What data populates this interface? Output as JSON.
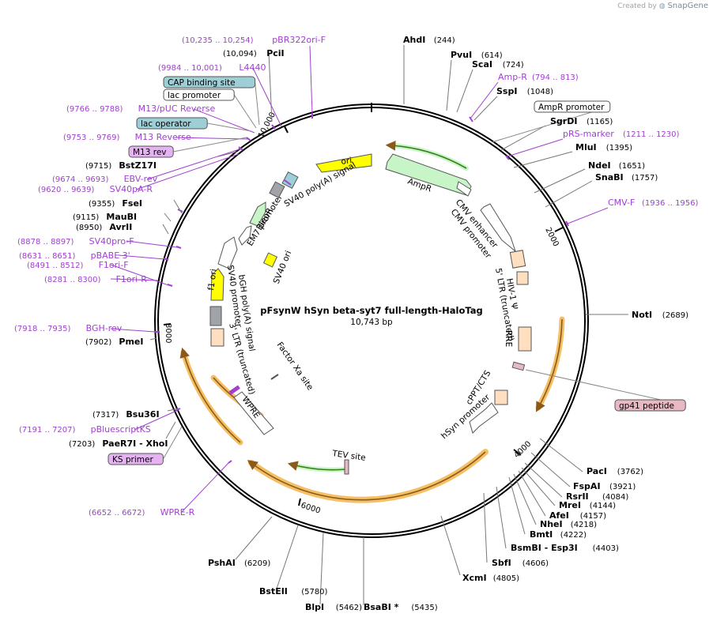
{
  "watermark": {
    "created_by": "Created by",
    "brand": "SnapGene",
    "icon": "snapgene-logo-icon"
  },
  "plasmid": {
    "name": "pFsynW hSyn beta-syt7 full-length-HaloTag",
    "size": "10,743 bp"
  },
  "ticks": [
    "2000",
    "4000",
    "6000",
    "8000",
    "10,000"
  ],
  "enzymes": [
    {
      "name": "AhdI",
      "pos": "(244)"
    },
    {
      "name": "PvuI",
      "pos": "(614)"
    },
    {
      "name": "ScaI",
      "pos": "(724)"
    },
    {
      "name": "SspI",
      "pos": "(1048)"
    },
    {
      "name": "SgrDI",
      "pos": "(1165)"
    },
    {
      "name": "MluI",
      "pos": "(1395)"
    },
    {
      "name": "NdeI",
      "pos": "(1651)"
    },
    {
      "name": "SnaBI",
      "pos": "(1757)"
    },
    {
      "name": "NotI",
      "pos": "(2689)"
    },
    {
      "name": "PacI",
      "pos": "(3762)"
    },
    {
      "name": "FspAI",
      "pos": "(3921)"
    },
    {
      "name": "RsrII",
      "pos": "(4084)"
    },
    {
      "name": "MreI",
      "pos": "(4144)"
    },
    {
      "name": "AfeI",
      "pos": "(4157)"
    },
    {
      "name": "NheI",
      "pos": "(4218)"
    },
    {
      "name": "BmtI",
      "pos": "(4222)"
    },
    {
      "name": "BsmBI - Esp3I",
      "pos": "(4403)"
    },
    {
      "name": "SbfI",
      "pos": "(4606)"
    },
    {
      "name": "XcmI",
      "pos": "(4805)"
    },
    {
      "name": "BsaBI *",
      "pos": "(5435)"
    },
    {
      "name": "BlpI",
      "pos": "(5462)"
    },
    {
      "name": "BstEII",
      "pos": "(5780)"
    },
    {
      "name": "PshAI",
      "pos": "(6209)"
    },
    {
      "name": "PaeR7I - XhoI",
      "pos": "(7203)"
    },
    {
      "name": "Bsu36I",
      "pos": "(7317)"
    },
    {
      "name": "PmeI",
      "pos": "(7902)"
    },
    {
      "name": "AvrII",
      "pos": "(8950)"
    },
    {
      "name": "MauBI",
      "pos": "(9115)"
    },
    {
      "name": "FseI",
      "pos": "(9355)"
    },
    {
      "name": "BstZ17I",
      "pos": "(9715)"
    },
    {
      "name": "PciI",
      "pos": "(10,094)"
    }
  ],
  "primers": [
    {
      "name": "pBR322ori-F",
      "pos": "(10,235 .. 10,254)"
    },
    {
      "name": "L4440",
      "pos": "(9984 .. 10,001)"
    },
    {
      "name": "M13/pUC Reverse",
      "pos": "(9766 .. 9788)"
    },
    {
      "name": "M13 Reverse",
      "pos": "(9753 .. 9769)"
    },
    {
      "name": "EBV-rev",
      "pos": "(9674 .. 9693)"
    },
    {
      "name": "SV40pA-R",
      "pos": "(9620 .. 9639)"
    },
    {
      "name": "SV40pro-F",
      "pos": "(8878 .. 8897)"
    },
    {
      "name": "pBABE 3'",
      "pos": "(8631 .. 8651)"
    },
    {
      "name": "F1ori-F",
      "pos": "(8491 .. 8512)"
    },
    {
      "name": "F1ori-R",
      "pos": "(8281 .. 8300)"
    },
    {
      "name": "BGH-rev",
      "pos": "(7918 .. 7935)"
    },
    {
      "name": "pBluescriptKS",
      "pos": "(7191 .. 7207)"
    },
    {
      "name": "WPRE-R",
      "pos": "(6652 .. 6672)"
    },
    {
      "name": "Amp-R",
      "pos": "(794 .. 813)"
    },
    {
      "name": "pRS-marker",
      "pos": "(1211 .. 1230)"
    },
    {
      "name": "CMV-F",
      "pos": "(1936 .. 1956)"
    }
  ],
  "boxed_labels": [
    {
      "name": "CAP binding site",
      "fill": "#9fcfd6"
    },
    {
      "name": "lac promoter",
      "fill": "#ffffff"
    },
    {
      "name": "lac operator",
      "fill": "#9fcfd6"
    },
    {
      "name": "M13 rev",
      "fill": "#e6b3f2"
    },
    {
      "name": "KS primer",
      "fill": "#e6b3f2"
    },
    {
      "name": "AmpR promoter",
      "fill": "#ffffff"
    },
    {
      "name": "gp41 peptide",
      "fill": "#e8b8c4"
    }
  ],
  "features": [
    "ori",
    "AmpR",
    "CMV enhancer",
    "CMV promoter",
    "HIV-1 Ψ",
    "5' LTR (truncated)",
    "RRE",
    "cPPT/CTS",
    "hSyn promoter",
    "TEV site",
    "Factor Xa site",
    "WPRE",
    "3' LTR (truncated)",
    "bGH poly(A) signal",
    "SV40 promoter",
    "f1 ori",
    "EM7 promoter",
    "BleoR",
    "SV40 ori",
    "SV40 poly(A) signal"
  ],
  "colors": {
    "primer": "#a040d0",
    "ori": "#ffff00",
    "marker": "#c8f5c8",
    "promoter": "#ffffff",
    "ltr": "#ffdfc0",
    "orf": "#f3b54a",
    "orf_core": "#8b5a1a",
    "green_arrow": "#5aa02c",
    "gray_box": "#a0a4a8"
  }
}
